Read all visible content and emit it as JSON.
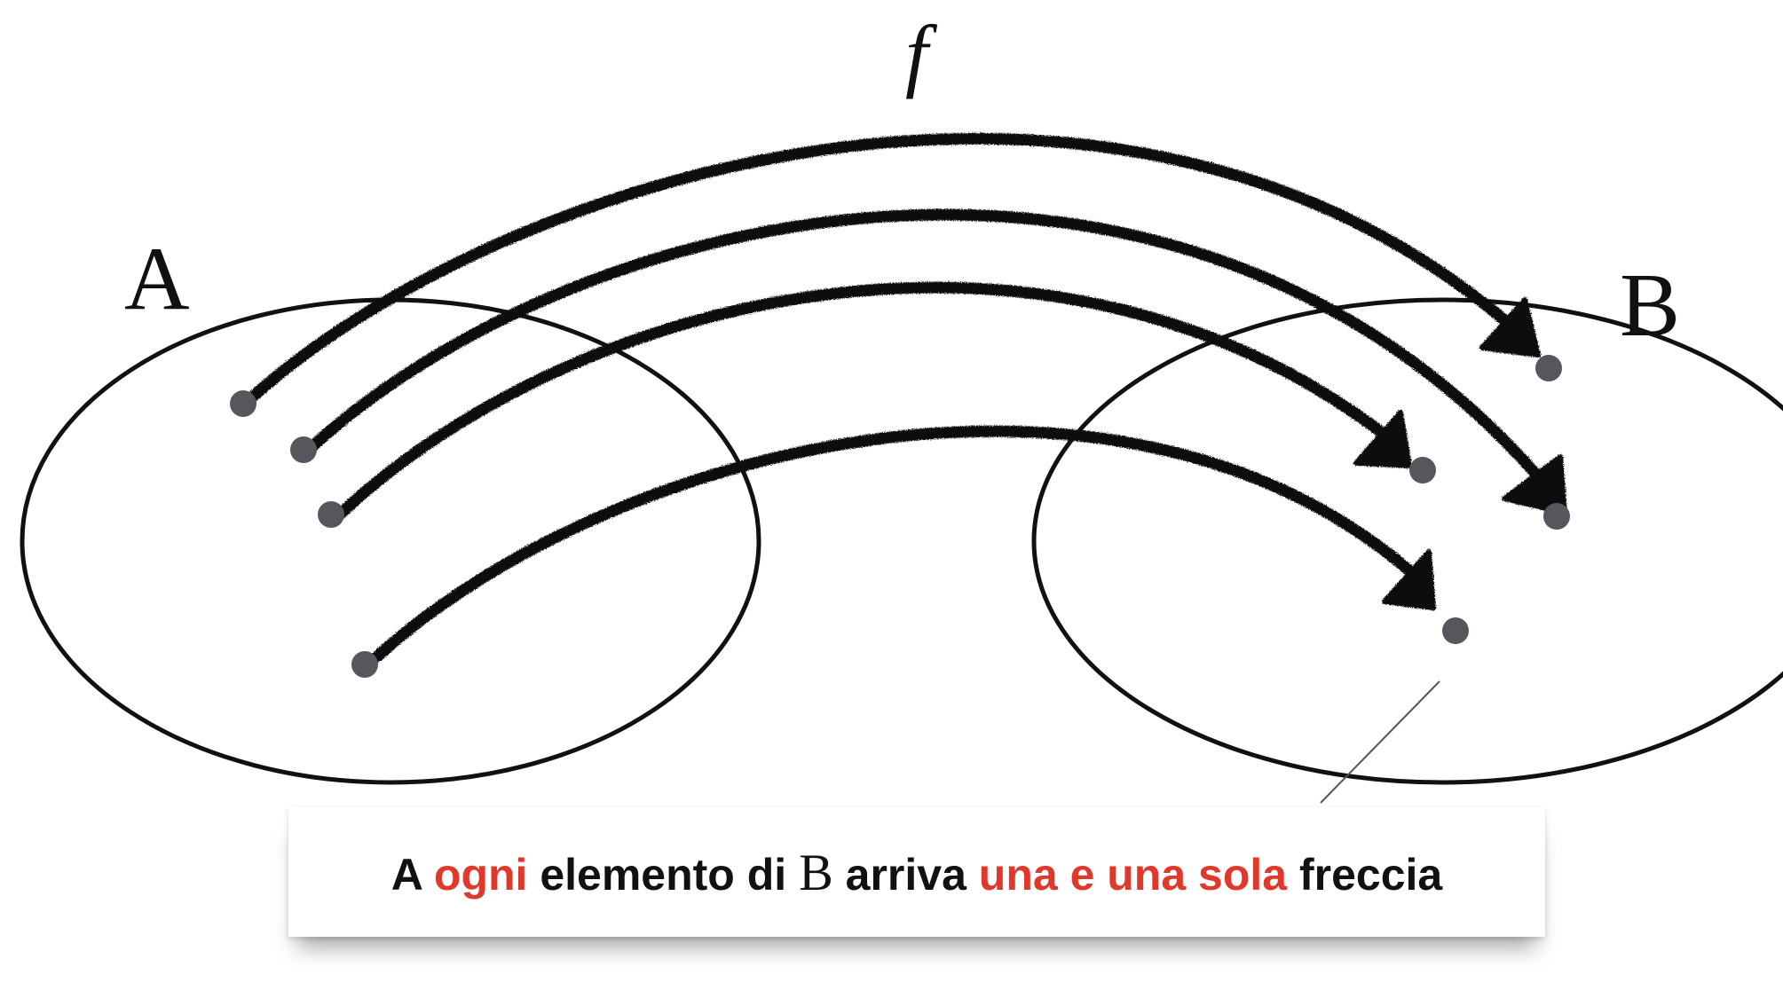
{
  "labels": {
    "set_a": "A",
    "set_b": "B",
    "function": "f"
  },
  "caption": {
    "part1": "A ",
    "part2": "ogni",
    "part3": " elemento di ",
    "part4": "B",
    "part5": " arriva ",
    "part6": "una e una sola",
    "part7": " freccia"
  },
  "colors": {
    "accent": "#e0392b",
    "point": "#55575c",
    "stroke": "#111111"
  }
}
